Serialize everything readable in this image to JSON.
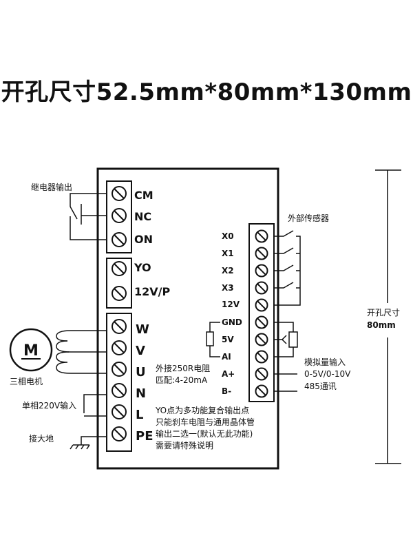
{
  "title": "开孔尺寸52.5mm*80mm*130mm",
  "left_block_a": {
    "terminals": [
      "CM",
      "NC",
      "ON"
    ],
    "label": "继电器输出"
  },
  "left_block_b": {
    "terminals": [
      "YO",
      "12V/P"
    ]
  },
  "left_block_c": {
    "terminals": [
      "W",
      "V",
      "U",
      "N",
      "L",
      "PE"
    ],
    "motor_symbol": "M",
    "motor_label": "三相电机",
    "single_phase_label": "单相220V输入",
    "ground_label": "接大地"
  },
  "right_block": {
    "terminals": [
      "X0",
      "X1",
      "X2",
      "X3",
      "12V",
      "GND",
      "5V",
      "AI",
      "A+",
      "B-"
    ],
    "sensor_label": "外部传感器",
    "analog_label": "模拟量输入",
    "analog_range": "0-5V/0-10V",
    "comm_label": "485通讯"
  },
  "notes": {
    "resistor_1": "外接250R电阻",
    "resistor_2": "匹配:4-20mA",
    "yo_1": "YO点为多功能复合输出点",
    "yo_2": "只能刹车电阻与通用晶体管",
    "yo_3": "输出二选一(默认无此功能)",
    "yo_4": "需要请特殊说明"
  },
  "dimension": {
    "label_1": "开孔尺寸",
    "label_2": "80mm"
  }
}
